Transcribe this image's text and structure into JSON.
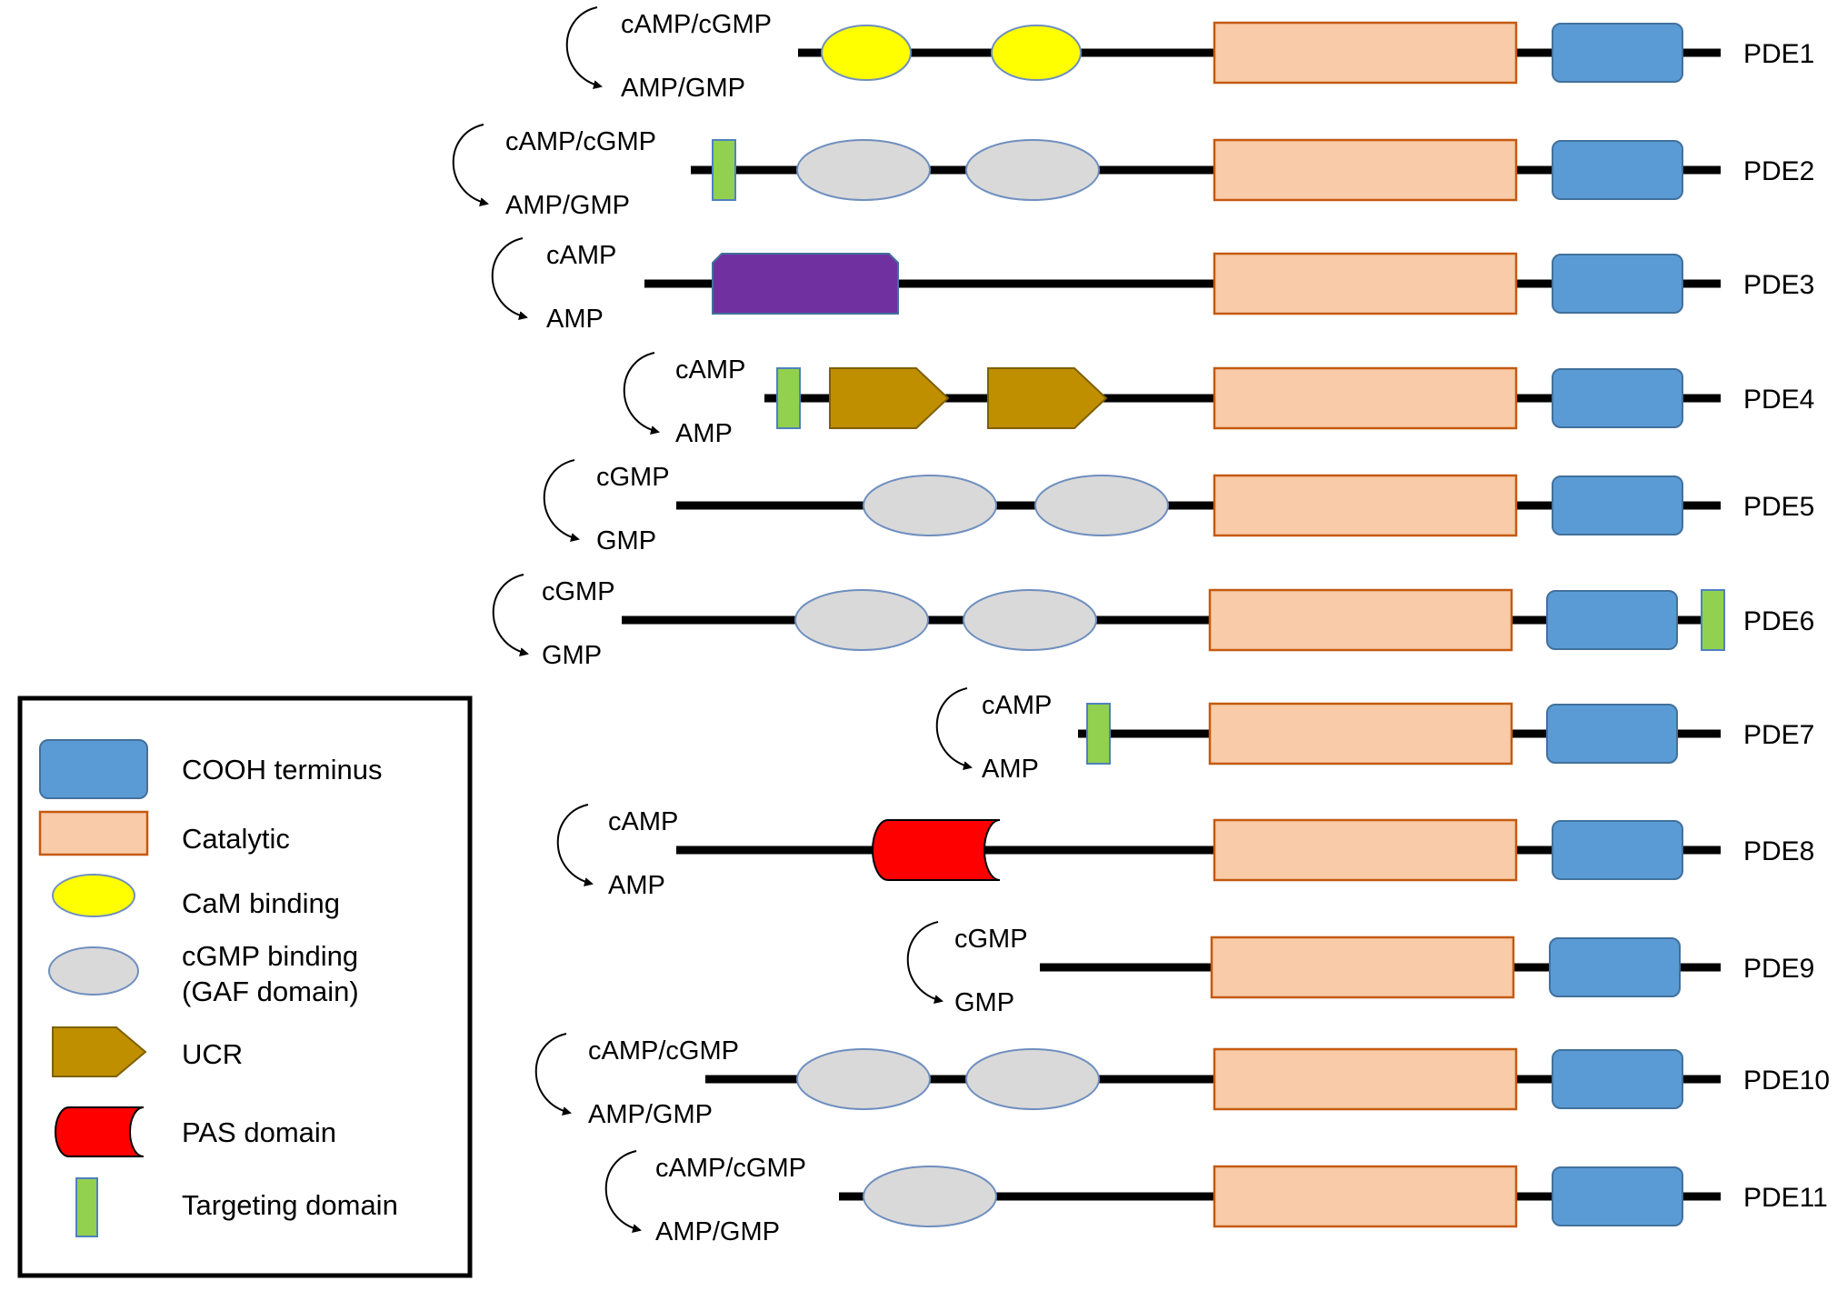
{
  "colors": {
    "cooh_fill": "#5b9bd5",
    "cooh_stroke": "#41719c",
    "catalytic_fill": "#f9cba8",
    "catalytic_stroke": "#c55a11",
    "cam_fill": "#ffff00",
    "gaf_fill": "#d9d9d9",
    "gaf_stroke": "#6f8fbf",
    "ucr_fill": "#bf8f00",
    "ucr_stroke": "#7f6000",
    "pas_fill": "#ff0000",
    "targeting_fill": "#92d050",
    "targeting_stroke": "#4f81bd",
    "purple_fill": "#7030a0",
    "line": "#000000"
  },
  "rows": [
    {
      "label": "PDE1",
      "substrate": "cAMP/cGMP",
      "product": "AMP/GMP"
    },
    {
      "label": "PDE2",
      "substrate": "cAMP/cGMP",
      "product": "AMP/GMP"
    },
    {
      "label": "PDE3",
      "substrate": "cAMP",
      "product": "AMP"
    },
    {
      "label": "PDE4",
      "substrate": "cAMP",
      "product": "AMP"
    },
    {
      "label": "PDE5",
      "substrate": "cGMP",
      "product": "GMP"
    },
    {
      "label": "PDE6",
      "substrate": "cGMP",
      "product": "GMP"
    },
    {
      "label": "PDE7",
      "substrate": "cAMP",
      "product": "AMP"
    },
    {
      "label": "PDE8",
      "substrate": "cAMP",
      "product": "AMP"
    },
    {
      "label": "PDE9",
      "substrate": "cGMP",
      "product": "GMP"
    },
    {
      "label": "PDE10",
      "substrate": "cAMP/cGMP",
      "product": "AMP/GMP"
    },
    {
      "label": "PDE11",
      "substrate": "cAMP/cGMP",
      "product": "AMP/GMP"
    }
  ],
  "legend": [
    {
      "key": "cooh",
      "label": "COOH terminus"
    },
    {
      "key": "catalytic",
      "label": "Catalytic"
    },
    {
      "key": "cam",
      "label": "CaM binding"
    },
    {
      "key": "gaf",
      "label": "cGMP binding",
      "label2": "(GAF domain)"
    },
    {
      "key": "ucr",
      "label": "UCR"
    },
    {
      "key": "pas",
      "label": "PAS domain"
    },
    {
      "key": "targeting",
      "label": "Targeting domain"
    }
  ]
}
